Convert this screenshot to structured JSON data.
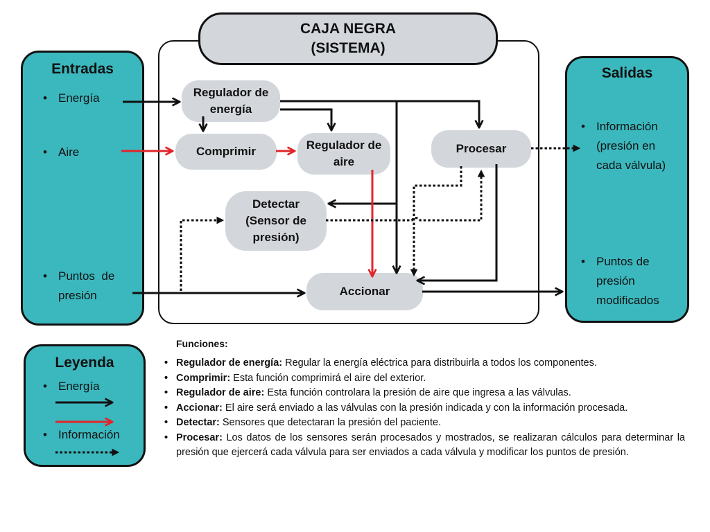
{
  "system": {
    "title_line1": "CAJA NEGRA",
    "title_line2": "(SISTEMA)"
  },
  "inputs": {
    "title": "Entradas",
    "items": [
      "Energía",
      "Aire",
      "Puntos  de",
      "presión"
    ]
  },
  "outputs": {
    "title": "Salidas",
    "items": [
      "Información",
      "(presión en",
      "cada válvula)",
      "Puntos de",
      "presión",
      "modificados"
    ]
  },
  "nodes": {
    "regulador_energia": [
      "Regulador de",
      "energía"
    ],
    "comprimir": [
      "Comprimir"
    ],
    "regulador_aire": [
      "Regulador de",
      "aire"
    ],
    "procesar": [
      "Procesar"
    ],
    "detectar": [
      "Detectar",
      "(Sensor de",
      "presión)"
    ],
    "accionar": [
      "Accionar"
    ]
  },
  "legend": {
    "title": "Leyenda",
    "energia": "Energía",
    "informacion": "Información"
  },
  "functions": {
    "heading": "Funciones:",
    "items": [
      {
        "term": "Regulador de energía:",
        "text": " Regular la energía eléctrica para distribuirla a todos los componentes."
      },
      {
        "term": "Comprimir:",
        "text": " Esta función comprimirá el aire del exterior."
      },
      {
        "term": "Regulador de aire:",
        "text": " Esta función controlara la presión de aire que ingresa a las válvulas."
      },
      {
        "term": "Accionar:",
        "text": " El aire será enviado a las válvulas con la presión indicada y con la información procesada."
      },
      {
        "term": "Detectar:",
        "text": " Sensores que detectaran la presión del paciente."
      },
      {
        "term": "Procesar:",
        "text": " Los datos de los sensores serán procesados y mostrados, se realizaran cálculos para determinar la presión que ejercerá cada válvula para ser enviados a cada válvula y modificar los puntos de presión."
      }
    ]
  },
  "colors": {
    "panel": "#3bb8be",
    "node": "#d3d7dc",
    "energy": "#111111",
    "air": "#e0262b",
    "info": "#111111"
  }
}
